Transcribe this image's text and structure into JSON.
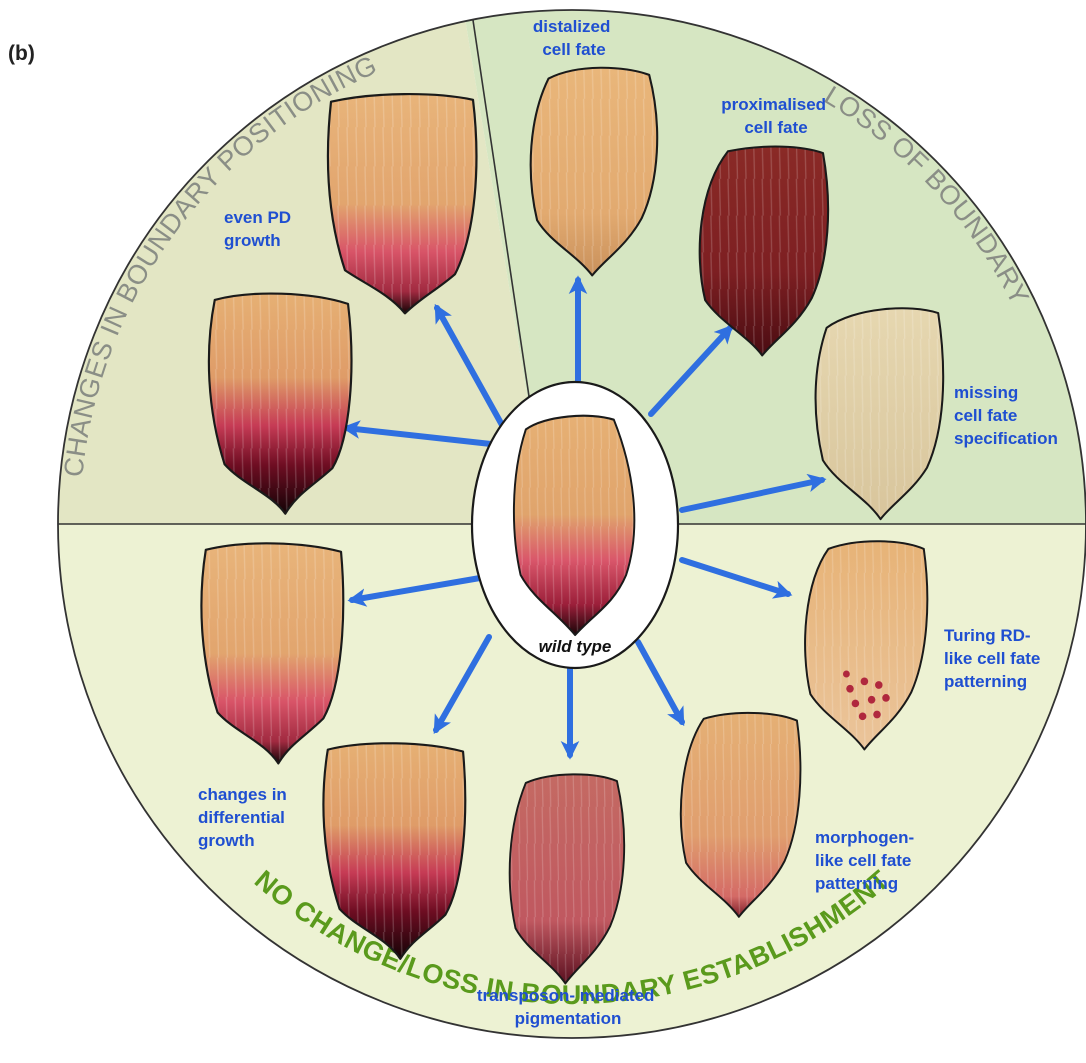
{
  "panel_label": "(b)",
  "colors": {
    "label_blue": "#1f4fd1",
    "arrow_blue": "#2f6fe0",
    "top_left_quadrant": "#e3e6c4",
    "top_right_quadrant": "#d6e6c2",
    "bottom_half": "#edf2d3",
    "grey_title": "#8a8e86",
    "green_title": "#5a9a1c"
  },
  "section_titles": {
    "changes_in_boundary_positioning": "CHANGES IN BOUNDARY POSITIONING",
    "loss_of_boundary": "LOSS OF BOUNDARY",
    "no_change_loss": "NO CHANGE/LOSS IN BOUNDARY ESTABLISHMENT"
  },
  "center": {
    "label": "wild type"
  },
  "labels": {
    "distalized": [
      "distalized",
      "cell fate"
    ],
    "proximalised": [
      "proximalised",
      "cell fate"
    ],
    "missing": [
      "missing",
      "cell fate",
      "specification"
    ],
    "even_pd": [
      "even PD",
      "growth"
    ],
    "turing": [
      "Turing RD-",
      "like cell fate",
      "patterning"
    ],
    "morphogen": [
      "morphogen-",
      "like cell fate",
      "patterning"
    ],
    "transposon": [
      "transposon- mediated",
      "pigmentation"
    ],
    "differential": [
      "changes in",
      "differential",
      "growth"
    ]
  }
}
